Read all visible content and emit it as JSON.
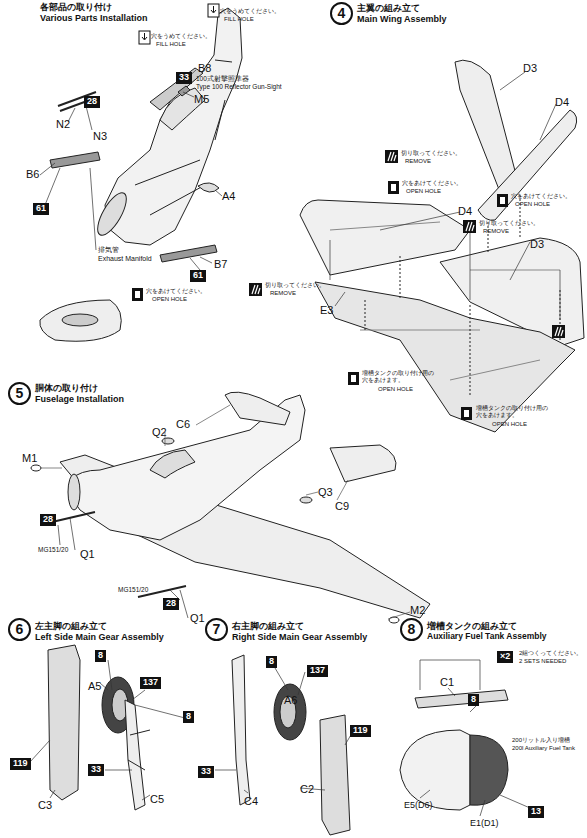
{
  "diagram": {
    "nodes": [
      {
        "text": [
          "33"
        ]
      },
      {
        "text": [
          "28"
        ]
      },
      {
        "text": [
          "61"
        ]
      },
      {
        "text": [
          "61"
        ]
      },
      {
        "text": [
          "4"
        ]
      },
      {
        "text": [
          "5"
        ]
      },
      {
        "text": [
          "28"
        ]
      },
      {
        "text": [
          "28"
        ]
      },
      {
        "text": [
          "6"
        ]
      },
      {
        "text": [
          "8"
        ]
      },
      {
        "text": [
          "137"
        ]
      },
      {
        "text": [
          "119"
        ]
      },
      {
        "text": [
          "8"
        ]
      },
      {
        "text": [
          "33"
        ]
      },
      {
        "text": [
          "7"
        ]
      },
      {
        "text": [
          "8"
        ]
      },
      {
        "text": [
          "137"
        ]
      },
      {
        "text": [
          "119"
        ]
      },
      {
        "text": [
          "33"
        ]
      },
      {
        "text": [
          "8"
        ]
      },
      {
        "text": [
          "×2"
        ]
      },
      {
        "text": [
          "8"
        ]
      },
      {
        "text": [
          "13"
        ]
      }
    ],
    "labels": [
      "各部品の取り付け",
      "Various Parts Installation",
      "穴をうめてください。",
      "FILL HOLE",
      "穴をうめてください。",
      "FILL HOLE",
      "B8",
      "100式射撃照準器",
      "Type 100 Reflector Gun-Sight",
      "M5",
      "N2",
      "N3",
      "B6",
      "A4",
      "排気管",
      "Exhaust Manifold",
      "B7",
      "穴をあけてください。",
      "OPEN HOLE",
      "主翼の組み立て",
      "Main Wing Assembly",
      "D3",
      "D4",
      "切り取ってください。",
      "REMOVE",
      "穴をあけてください。",
      "OPEN HOLE",
      "穴をあけてください。",
      "OPEN HOLE",
      "D4",
      "切り取ってください。",
      "REMOVE",
      "D3",
      "切り取ってください。",
      "REMOVE",
      "E3",
      "増槽タンクの取り付け用の穴をあけます。",
      "OPEN HOLE",
      "増槽タンクの取り付け用の穴をあけます。",
      "OPEN HOLE",
      "胴体の取り付け",
      "Fuselage Installation",
      "C6",
      "Q2",
      "M1",
      "MG151/20",
      "Q1",
      "Q3",
      "C9",
      "MG151/20",
      "Q1",
      "M2",
      "左主脚の組み立て",
      "Left Side Main Gear Assembly",
      "A5",
      "C3",
      "C5",
      "右主脚の組み立て",
      "Right Side Main Gear Assembly",
      "A6",
      "C4",
      "C2",
      "増槽タンクの組み立て",
      "Auxiliary Fuel Tank Assembly",
      "2組つくってください。",
      "2 SETS NEEDED",
      "C1",
      "200リットル入り増槽",
      "200l Auxiliary Fuel Tank",
      "E5(D6)",
      "E1(D1)"
    ]
  }
}
